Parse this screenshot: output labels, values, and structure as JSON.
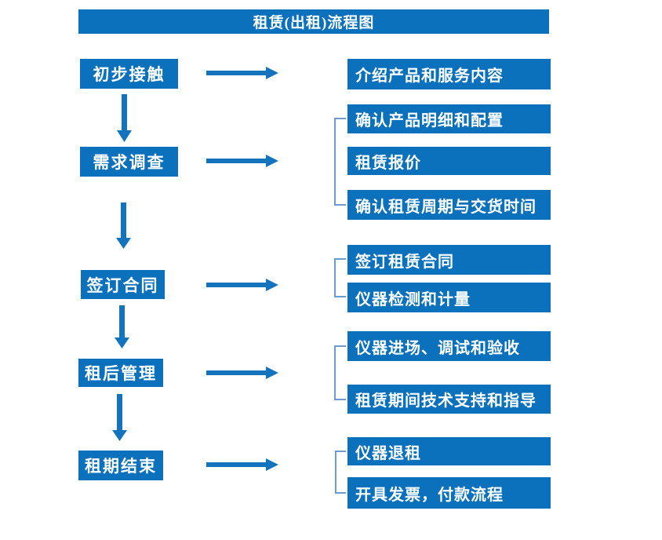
{
  "title": "租赁(出租)流程图",
  "colors": {
    "box_fill": "#0b71bc",
    "arrow": "#1373bd",
    "bracket": "#6d9bd1",
    "text": "#ffffff",
    "background": "#ffffff"
  },
  "flow": [
    {
      "stage": "初步接触",
      "details": [
        "介绍产品和服务内容"
      ]
    },
    {
      "stage": "需求调查",
      "details": [
        "确认产品明细和配置",
        "租赁报价",
        "确认租赁周期与交货时间"
      ]
    },
    {
      "stage": "签订合同",
      "details": [
        "签订租赁合同",
        "仪器检测和计量"
      ]
    },
    {
      "stage": "租后管理",
      "details": [
        "仪器进场、调试和验收",
        "租赁期间技术支持和指导"
      ]
    },
    {
      "stage": "租期结束",
      "details": [
        "仪器退租",
        "开具发票，付款流程"
      ]
    }
  ]
}
